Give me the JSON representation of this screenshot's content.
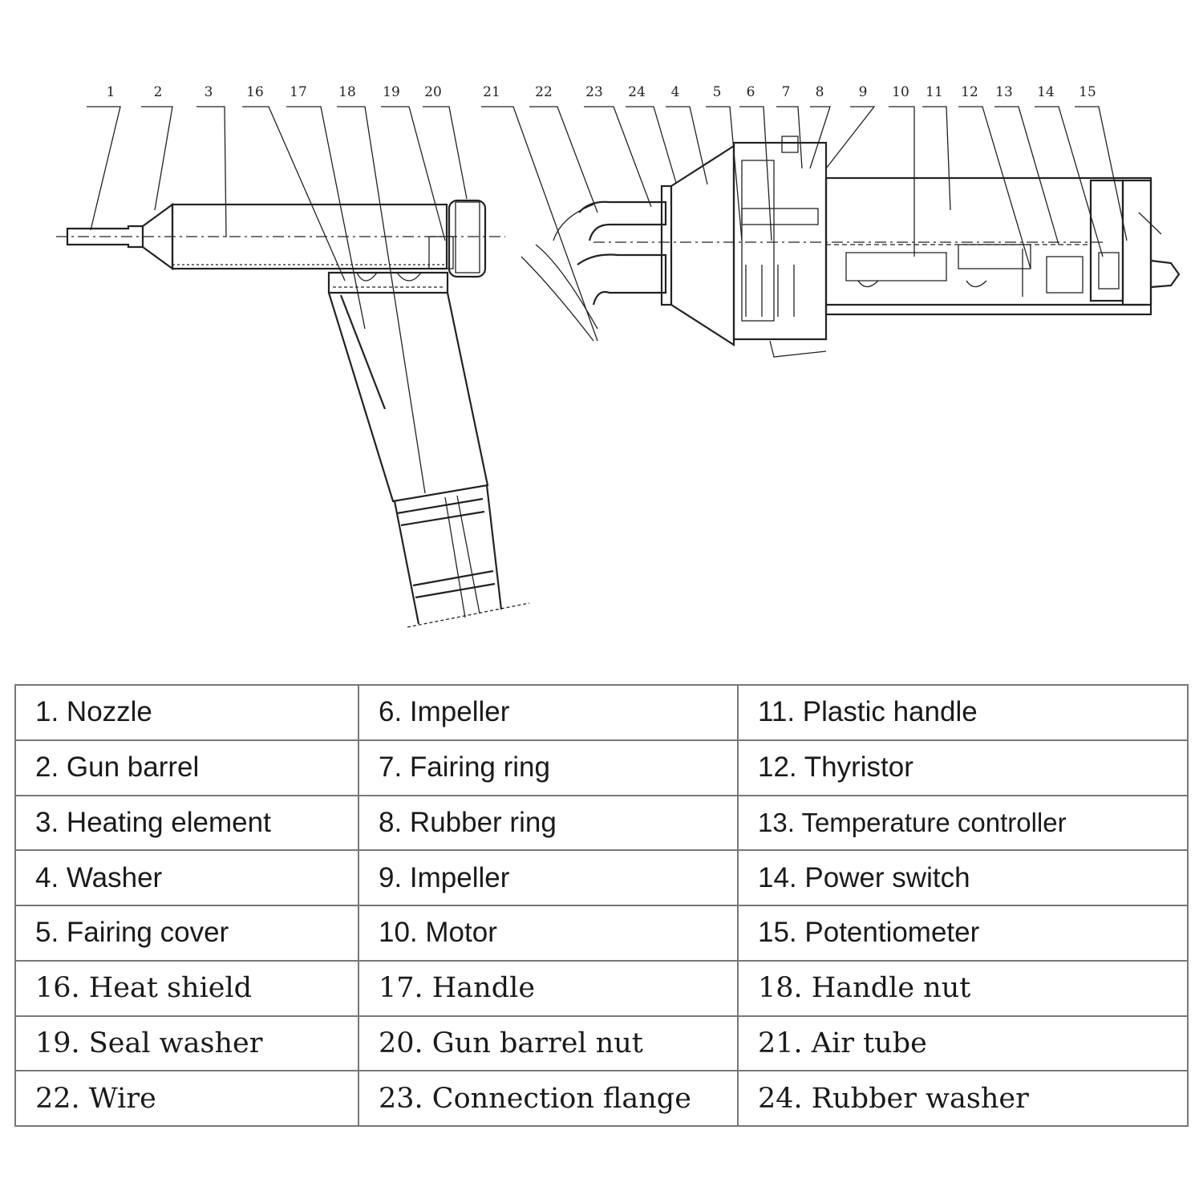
{
  "diagram": {
    "callout_numbers": [
      "1",
      "2",
      "3",
      "16",
      "17",
      "18",
      "19",
      "20",
      "21",
      "22",
      "23",
      "24",
      "4",
      "5",
      "6",
      "7",
      "8",
      "9",
      "10",
      "11",
      "12",
      "13",
      "14",
      "15"
    ]
  },
  "legend": {
    "rows": [
      [
        "1. Nozzle",
        "6. Impeller",
        "11. Plastic handle"
      ],
      [
        "2. Gun barrel",
        "7. Fairing ring",
        "12. Thyristor"
      ],
      [
        "3. Heating element",
        "8. Rubber ring",
        "13. Temperature controller"
      ],
      [
        "4. Washer",
        "9. Impeller",
        "14. Power switch"
      ],
      [
        "5. Fairing cover",
        "10. Motor",
        "15. Potentiometer"
      ],
      [
        "16. Heat shield",
        "17. Handle",
        "18. Handle nut"
      ],
      [
        "19. Seal washer",
        "20. Gun barrel nut",
        "21. Air tube"
      ],
      [
        "22. Wire",
        "23. Connection flange",
        "24. Rubber washer"
      ]
    ]
  }
}
